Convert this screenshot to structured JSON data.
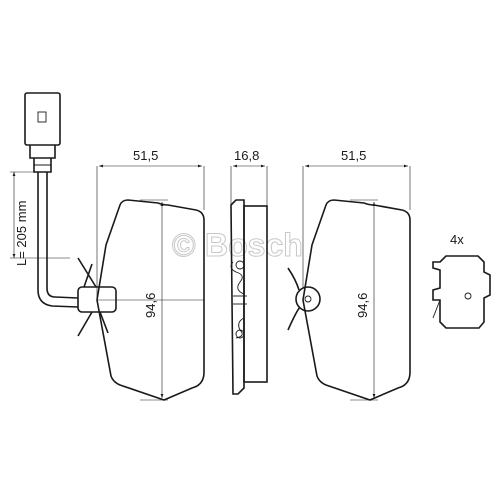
{
  "watermark": {
    "copyright_mark": "©",
    "brand": "Bosch"
  },
  "dimensions": {
    "pad_left_width": "51,5",
    "pad_thickness": "16,8",
    "pad_right_width": "51,5",
    "pad_left_height": "94,6",
    "pad_right_height": "94,6",
    "wire_length": "L= 205 mm"
  },
  "accessory": {
    "quantity": "4x"
  }
}
